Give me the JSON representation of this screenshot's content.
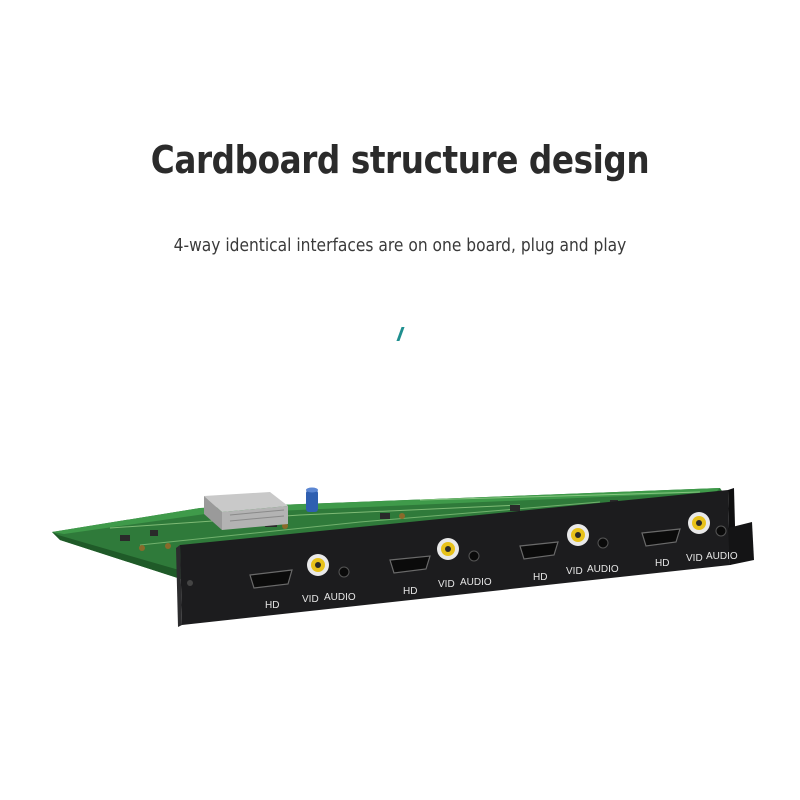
{
  "header": {
    "title": "Cardboard structure design",
    "subtitle": "4-way identical interfaces are on one board, plug and play"
  },
  "ports": [
    {
      "hd": "HD",
      "vid": "VID",
      "audio": "AUDIO"
    },
    {
      "hd": "HD",
      "vid": "VID",
      "audio": "AUDIO"
    },
    {
      "hd": "HD",
      "vid": "VID",
      "audio": "AUDIO"
    },
    {
      "hd": "HD",
      "vid": "VID",
      "audio": "AUDIO"
    }
  ],
  "colors": {
    "accent": "#1f8f8f",
    "pcb": "#2f7a3a",
    "panel": "#1c1c1e",
    "rca_yellow": "#e8c21a"
  }
}
